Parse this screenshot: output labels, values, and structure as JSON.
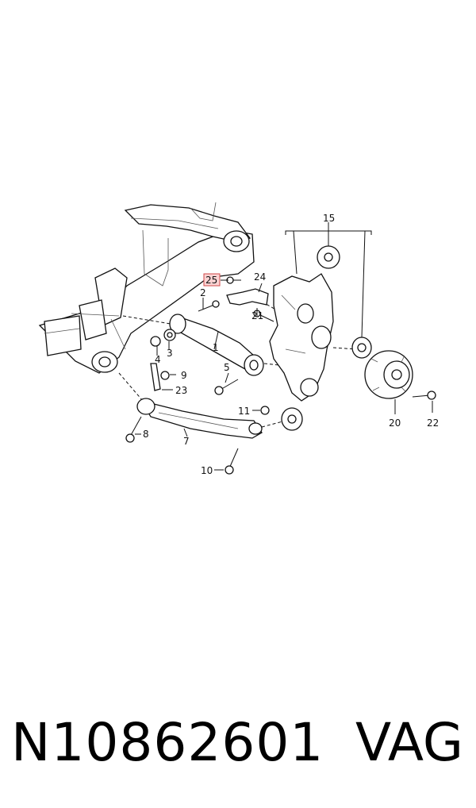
{
  "diagram": {
    "highlighted_callout": "25",
    "callouts": {
      "c1": "1",
      "c2": "2",
      "c3": "3",
      "c4": "4",
      "c5": "5",
      "c7": "7",
      "c8": "8",
      "c9": "9",
      "c10": "10",
      "c11": "11",
      "c15": "15",
      "c20": "20",
      "c21": "21",
      "c22": "22",
      "c23": "23",
      "c24": "24",
      "c25": "25"
    },
    "highlight_color": "#fbd3d3"
  },
  "footer": {
    "part_number": "N10862601",
    "brand": "VAG"
  }
}
